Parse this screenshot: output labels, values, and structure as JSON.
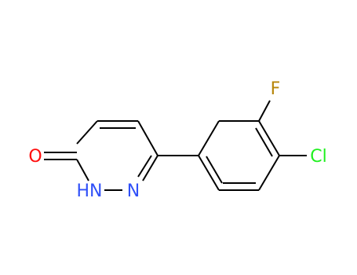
{
  "molecule": {
    "atoms": {
      "oxygen": {
        "symbol": "O",
        "color": "#ff0d0d"
      },
      "nh": {
        "symbol": "HN",
        "color": "#3050f8"
      },
      "n": {
        "symbol": "N",
        "color": "#3050f8"
      },
      "fluorine": {
        "symbol": "F",
        "color": "#b7860b"
      },
      "chlorine": {
        "symbol": "Cl",
        "color": "#1ff01f"
      }
    },
    "bond_color": "#000000"
  }
}
